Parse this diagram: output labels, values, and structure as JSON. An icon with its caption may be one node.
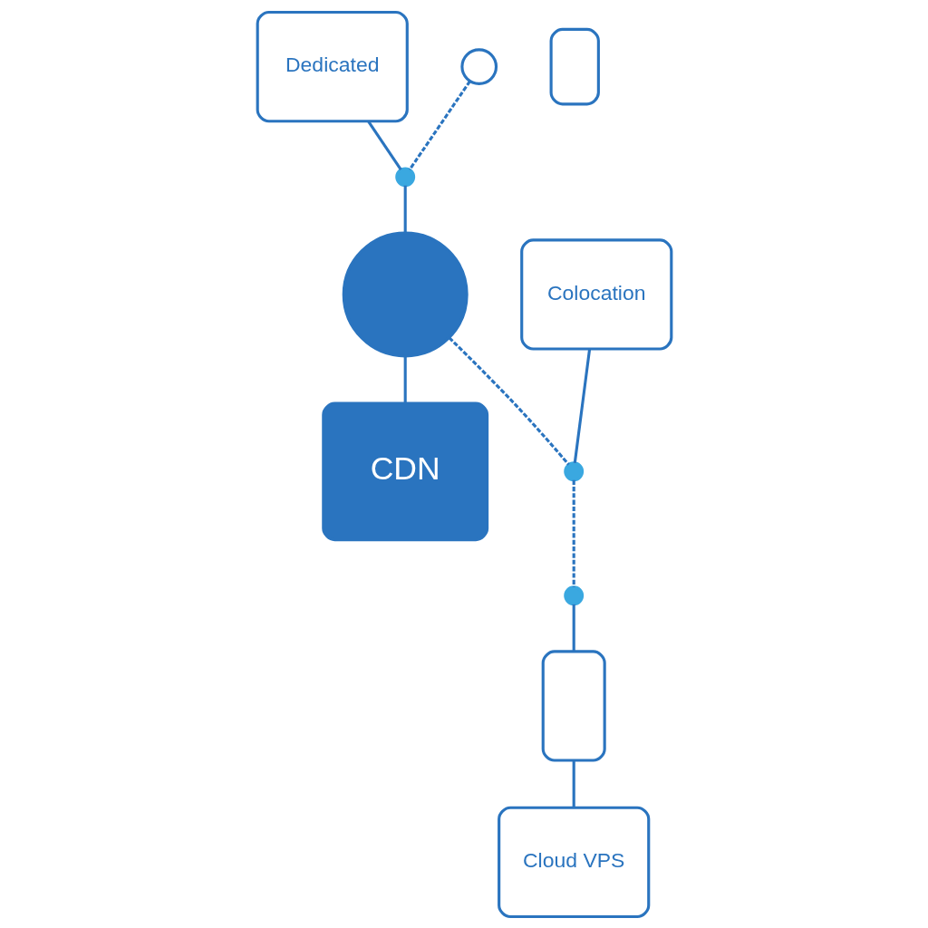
{
  "diagram": {
    "nodes": [
      {
        "text": [
          "Dedicated"
        ]
      },
      {
        "text": [],
        "shape": "box"
      },
      {
        "text": [],
        "shape": "circle"
      },
      {
        "text": [],
        "shape": "circle"
      },
      {
        "text": [],
        "shape": "circle"
      },
      {
        "text": [
          "CDN"
        ]
      },
      {
        "text": [
          "Cloud VPS"
        ]
      },
      {
        "text": [
          "Colocation"
        ]
      },
      {
        "text": [],
        "shape": "circle"
      },
      {
        "text": [],
        "shape": "circle"
      },
      {
        "text": [],
        "shape": "box"
      }
    ],
    "edges": [
      {
        "from": 2,
        "to": 3,
        "arrow": "none",
        "style": "dashed"
      },
      {
        "from": 0,
        "to": 3,
        "arrow": "none"
      },
      {
        "from": 3,
        "to": 4,
        "arrow": "none"
      },
      {
        "from": 4,
        "to": 5,
        "arrow": "none"
      },
      {
        "from": 4,
        "to": 8,
        "arrow": "none",
        "style": "dashed"
      },
      {
        "from": 7,
        "to": 8,
        "arrow": "none"
      },
      {
        "from": 8,
        "to": 9,
        "arrow": "none",
        "style": "dashed"
      },
      {
        "from": 9,
        "to": 10,
        "arrow": "none"
      },
      {
        "from": 10,
        "to": 6,
        "arrow": "none"
      }
    ]
  }
}
